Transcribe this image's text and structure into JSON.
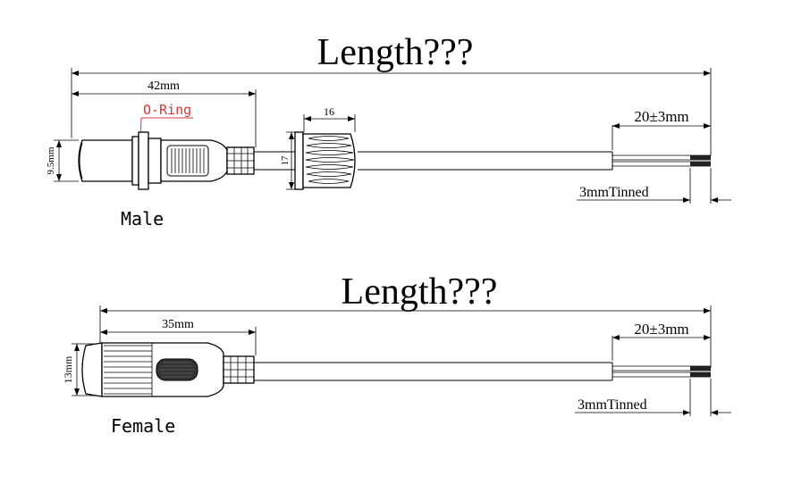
{
  "top": {
    "title": "Length???",
    "dim_42": "42mm",
    "oring": "O-Ring",
    "dim_16": "16",
    "dim_17": "17",
    "dim_95": "9.5mm",
    "strip": "20±3mm",
    "tinned": "3mmTinned",
    "label": "Male"
  },
  "bottom": {
    "title": "Length???",
    "dim_35": "35mm",
    "dim_13": "13mm",
    "strip": "20±3mm",
    "tinned": "3mmTinned",
    "label": "Female"
  },
  "colors": {
    "oring": "#d0393a",
    "line": "#000000"
  }
}
